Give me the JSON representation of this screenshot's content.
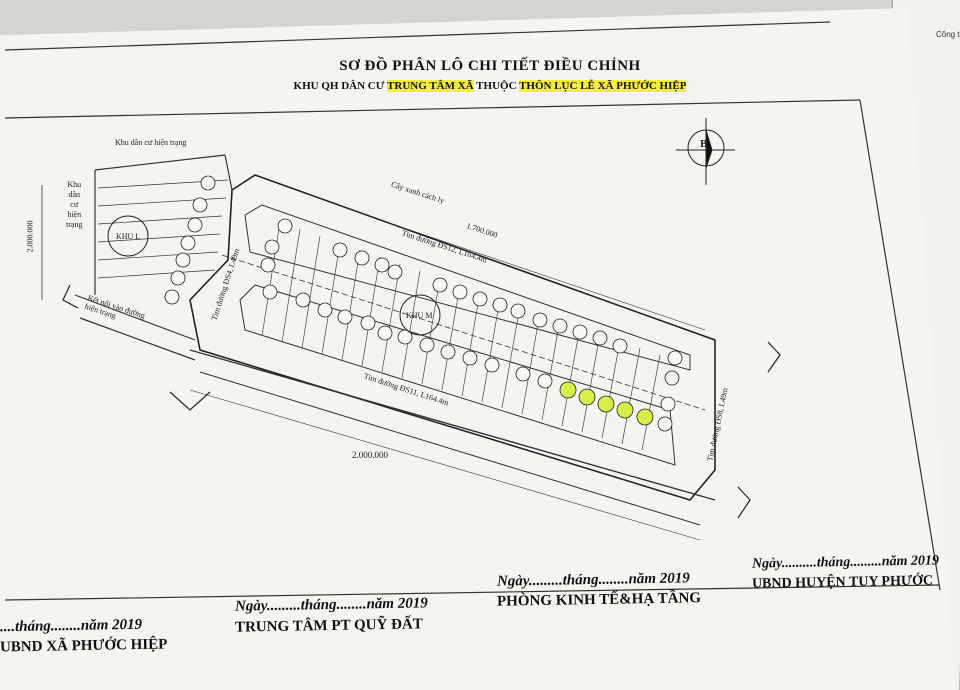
{
  "title": "SƠ ĐỒ PHÂN LÔ CHI TIẾT ĐIỀU CHỈNH",
  "subtitle": {
    "part1": "KHU QH DÂN CƯ ",
    "highlight1": "TRUNG TÂM XÃ",
    "part2": " THUỘC ",
    "highlight2": "THÔN LỤC LỄ XÃ PHƯỚC HIỆP"
  },
  "compass_letter": "B",
  "labels": {
    "khu_dan_cu_top": "Khu dân cư hiện trạng",
    "khu_dan_cu_left": [
      "Khu",
      "dân",
      "cư",
      "hiện",
      "trạng"
    ],
    "cay_xanh": "Cây xanh cách ly",
    "dim_top": "1.700.000",
    "dim_left": "2.000.000",
    "dim_bottom": "2.000.000",
    "khu_l": "KHU L",
    "khu_m": "KHU M",
    "road_ds12": "Tim đường ĐS12, L164.4m",
    "road_ds11": "Tim đường ĐS11, L164.4m",
    "road_ds4": "Tim đường ĐS4, L49m",
    "road_ds8": "Tim đường ĐS8, L49m",
    "ket_noi": "Kết nối vào đường hiện trạng"
  },
  "footer": [
    {
      "date": "....tháng........năm 2019",
      "org": "UBND XÃ PHƯỚC HIỆP"
    },
    {
      "date": "Ngày.........tháng........năm 2019",
      "org": "TRUNG TÂM PT QUỸ ĐẤT"
    },
    {
      "date": "Ngày.........tháng........năm 2019",
      "org": "PHÒNG KINH TẾ&HẠ TẦNG"
    },
    {
      "date": "Ngày..........tháng.........năm 2019",
      "org": "UBND HUYỆN TUY PHƯỚC"
    }
  ],
  "right_sheet_text": "Công t",
  "colors": {
    "highlight": "#f4ee3a",
    "lot_highlight": "#d8ec4a",
    "ink": "#222222"
  }
}
